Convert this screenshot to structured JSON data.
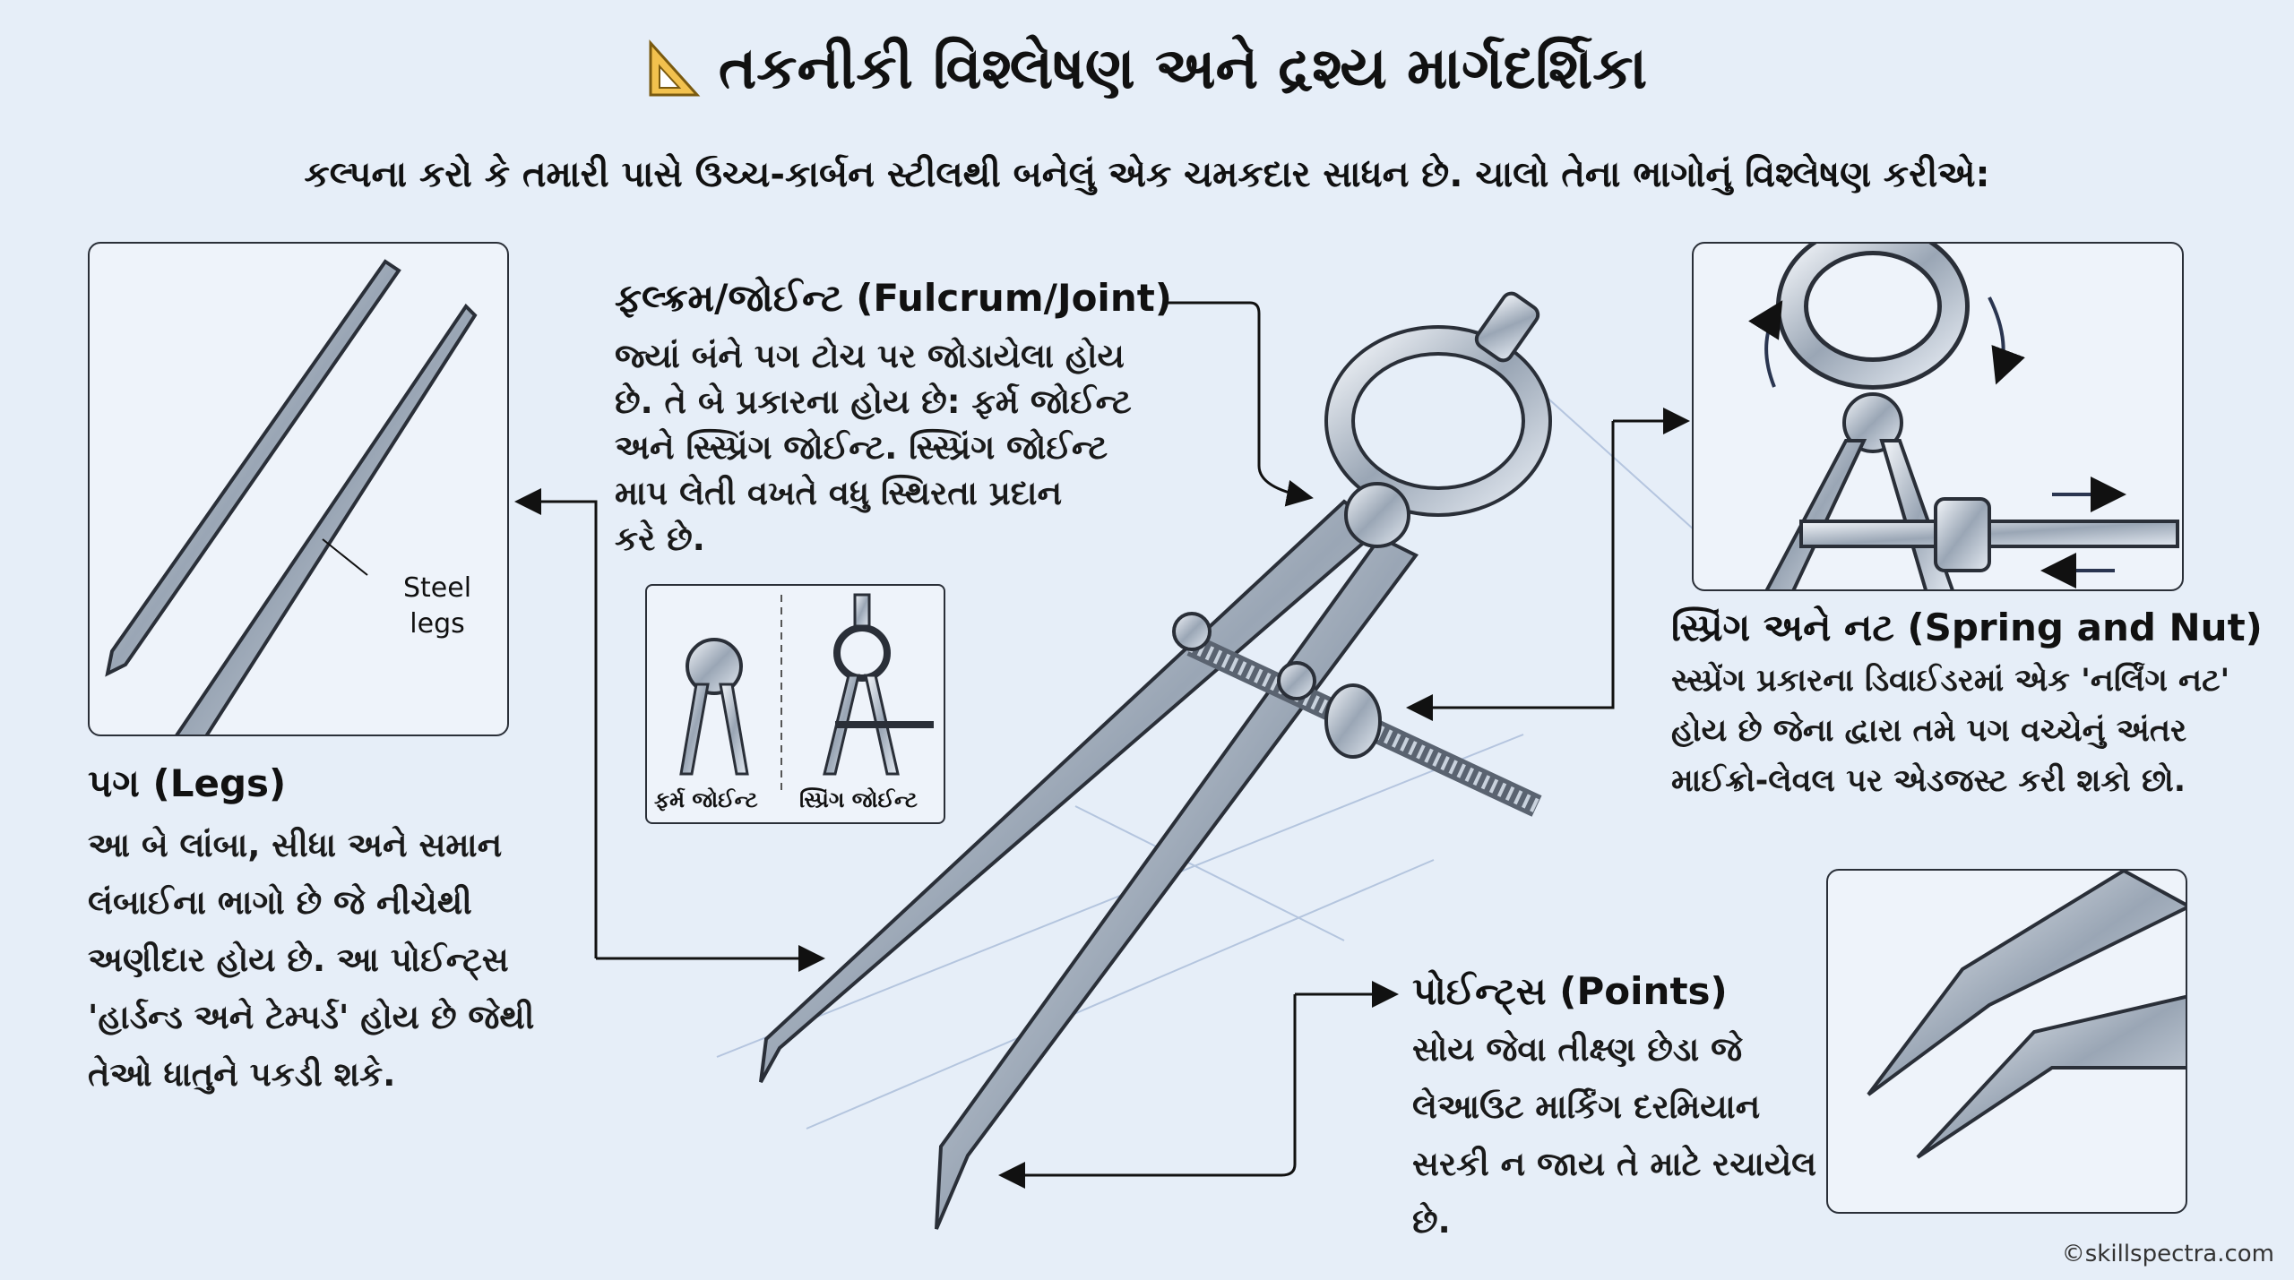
{
  "title": {
    "icon": "set-square-icon",
    "text": "તકનીકી વિશ્લેષણ અને દ્રશ્ય માર્ગદર્શિકા"
  },
  "subtitle": "કલ્પના કરો કે તમારી પાસે ઉચ્ચ-કાર્બન સ્ટીલથી બનેલું એક ચમકદાર સાધન છે. ચાલો તેના ભાગોનું વિશ્લેષણ કરીએ:",
  "legs": {
    "heading": "પગ (Legs)",
    "image_label_1": "Steel",
    "image_label_2": "legs",
    "lines": [
      "આ બે લાંબા, સીધા અને સમાન",
      "લંબાઈના ભાગો છે જે નીચેથી",
      "અણીદાર હોય છે. આ પોઈન્ટ્સ",
      "'હાર્ડન્ડ અને ટેમ્પર્ડ' હોય છે જેથી",
      "તેઓ ધાતુને પકડી શકે."
    ]
  },
  "fulcrum": {
    "heading": "ફલ્ક્રમ/જોઈન્ટ (Fulcrum/Joint)",
    "lines": [
      "જ્યાં બંને પગ ટોચ પર જોડાયેલા હોય",
      "છે. તે બે પ્રકારના હોય છે: ફર્મ જોઈન્ટ",
      "અને સ્સ્પ્રિંગ જોઈન્ટ. સ્સ્પ્રિંગ જોઈન્ટ",
      "માપ લેતી વખતે  વધુ સ્થિરતા પ્રદાન",
      "કરે છે."
    ],
    "inset": {
      "firm_label": "ફર્મ જોઈન્ટ",
      "spring_label": "સ્પ્રિંગ જોઈન્ટ"
    }
  },
  "spring": {
    "heading": "સ્પ્રિંગ અને નટ (Spring and Nut)",
    "lines": [
      "સ્સ્પ્રેંગ પ્રકારના ડિવાઈડરમાં એક 'નર્લિંગ નટ'",
      "હોય છે જેના દ્વારા તમે પગ વચ્ચેનું અંતર",
      "માઈક્રો-લેવલ પર એડજસ્ટ કરી શકો છો."
    ]
  },
  "points": {
    "heading": "પોઈન્ટ્સ (Points)",
    "lines": [
      "સોય જેવા તીક્ષ્ણ છેડા જે",
      "લેઆઉટ માર્કિંગ દરમિયાન",
      "સરકી ન જાય તે માટે રચાયેલ",
      "છે."
    ]
  },
  "copyright": "©skillspectra.com",
  "colors": {
    "background": "#e6eef8",
    "metal": "#b8c2cf",
    "outline": "#2a2f38",
    "accent": "#f2c14e"
  }
}
